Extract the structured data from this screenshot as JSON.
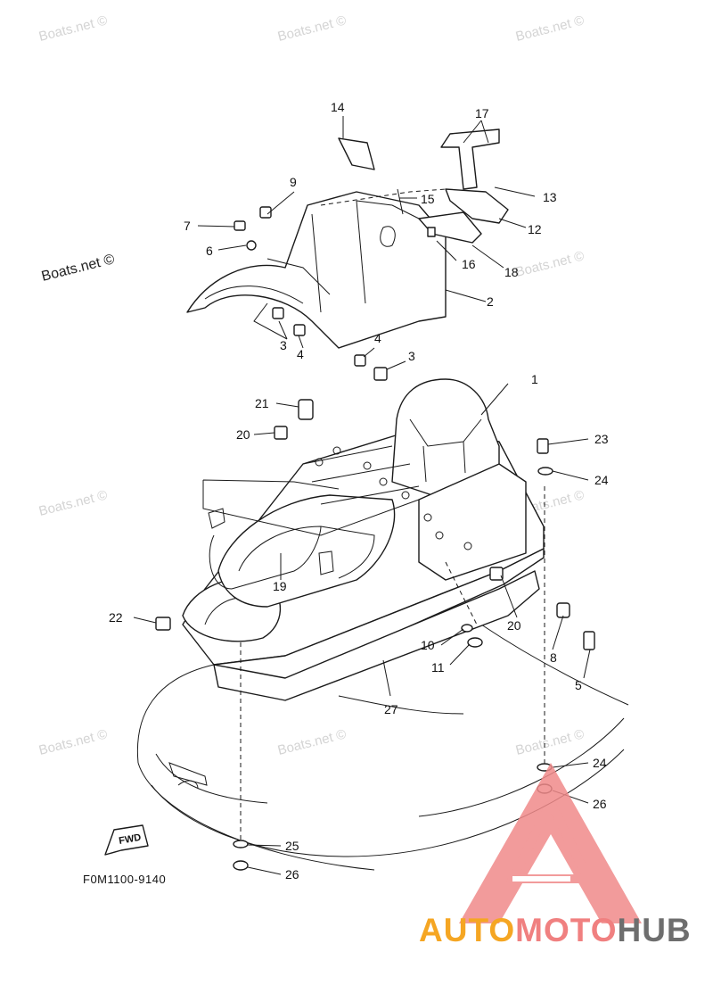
{
  "watermark": "Boats.net ©",
  "figure_code": "F0M1100-9140",
  "fwd_label": "FWD",
  "brand": {
    "part1": "AUTO",
    "part2": "MOTO",
    "part3": "HUB",
    "color1": "#f5a623",
    "color2": "#f08080",
    "color3": "#6e6e6e",
    "logo_color": "#f08a8a"
  },
  "callouts": [
    {
      "id": "p1",
      "text": "1"
    },
    {
      "id": "p2",
      "text": "2"
    },
    {
      "id": "p3a",
      "text": "3"
    },
    {
      "id": "p3b",
      "text": "3"
    },
    {
      "id": "p4a",
      "text": "4"
    },
    {
      "id": "p4b",
      "text": "4"
    },
    {
      "id": "p5",
      "text": "5"
    },
    {
      "id": "p6",
      "text": "6"
    },
    {
      "id": "p7",
      "text": "7"
    },
    {
      "id": "p8",
      "text": "8"
    },
    {
      "id": "p9",
      "text": "9"
    },
    {
      "id": "p10",
      "text": "10"
    },
    {
      "id": "p11",
      "text": "11"
    },
    {
      "id": "p12",
      "text": "12"
    },
    {
      "id": "p13",
      "text": "13"
    },
    {
      "id": "p14",
      "text": "14"
    },
    {
      "id": "p15",
      "text": "15"
    },
    {
      "id": "p16",
      "text": "16"
    },
    {
      "id": "p17",
      "text": "17"
    },
    {
      "id": "p18",
      "text": "18"
    },
    {
      "id": "p19",
      "text": "19"
    },
    {
      "id": "p20a",
      "text": "20"
    },
    {
      "id": "p20b",
      "text": "20"
    },
    {
      "id": "p21",
      "text": "21"
    },
    {
      "id": "p22",
      "text": "22"
    },
    {
      "id": "p23",
      "text": "23"
    },
    {
      "id": "p24a",
      "text": "24"
    },
    {
      "id": "p24b",
      "text": "24"
    },
    {
      "id": "p25",
      "text": "25"
    },
    {
      "id": "p26a",
      "text": "26"
    },
    {
      "id": "p26b",
      "text": "26"
    },
    {
      "id": "p27",
      "text": "27"
    }
  ]
}
